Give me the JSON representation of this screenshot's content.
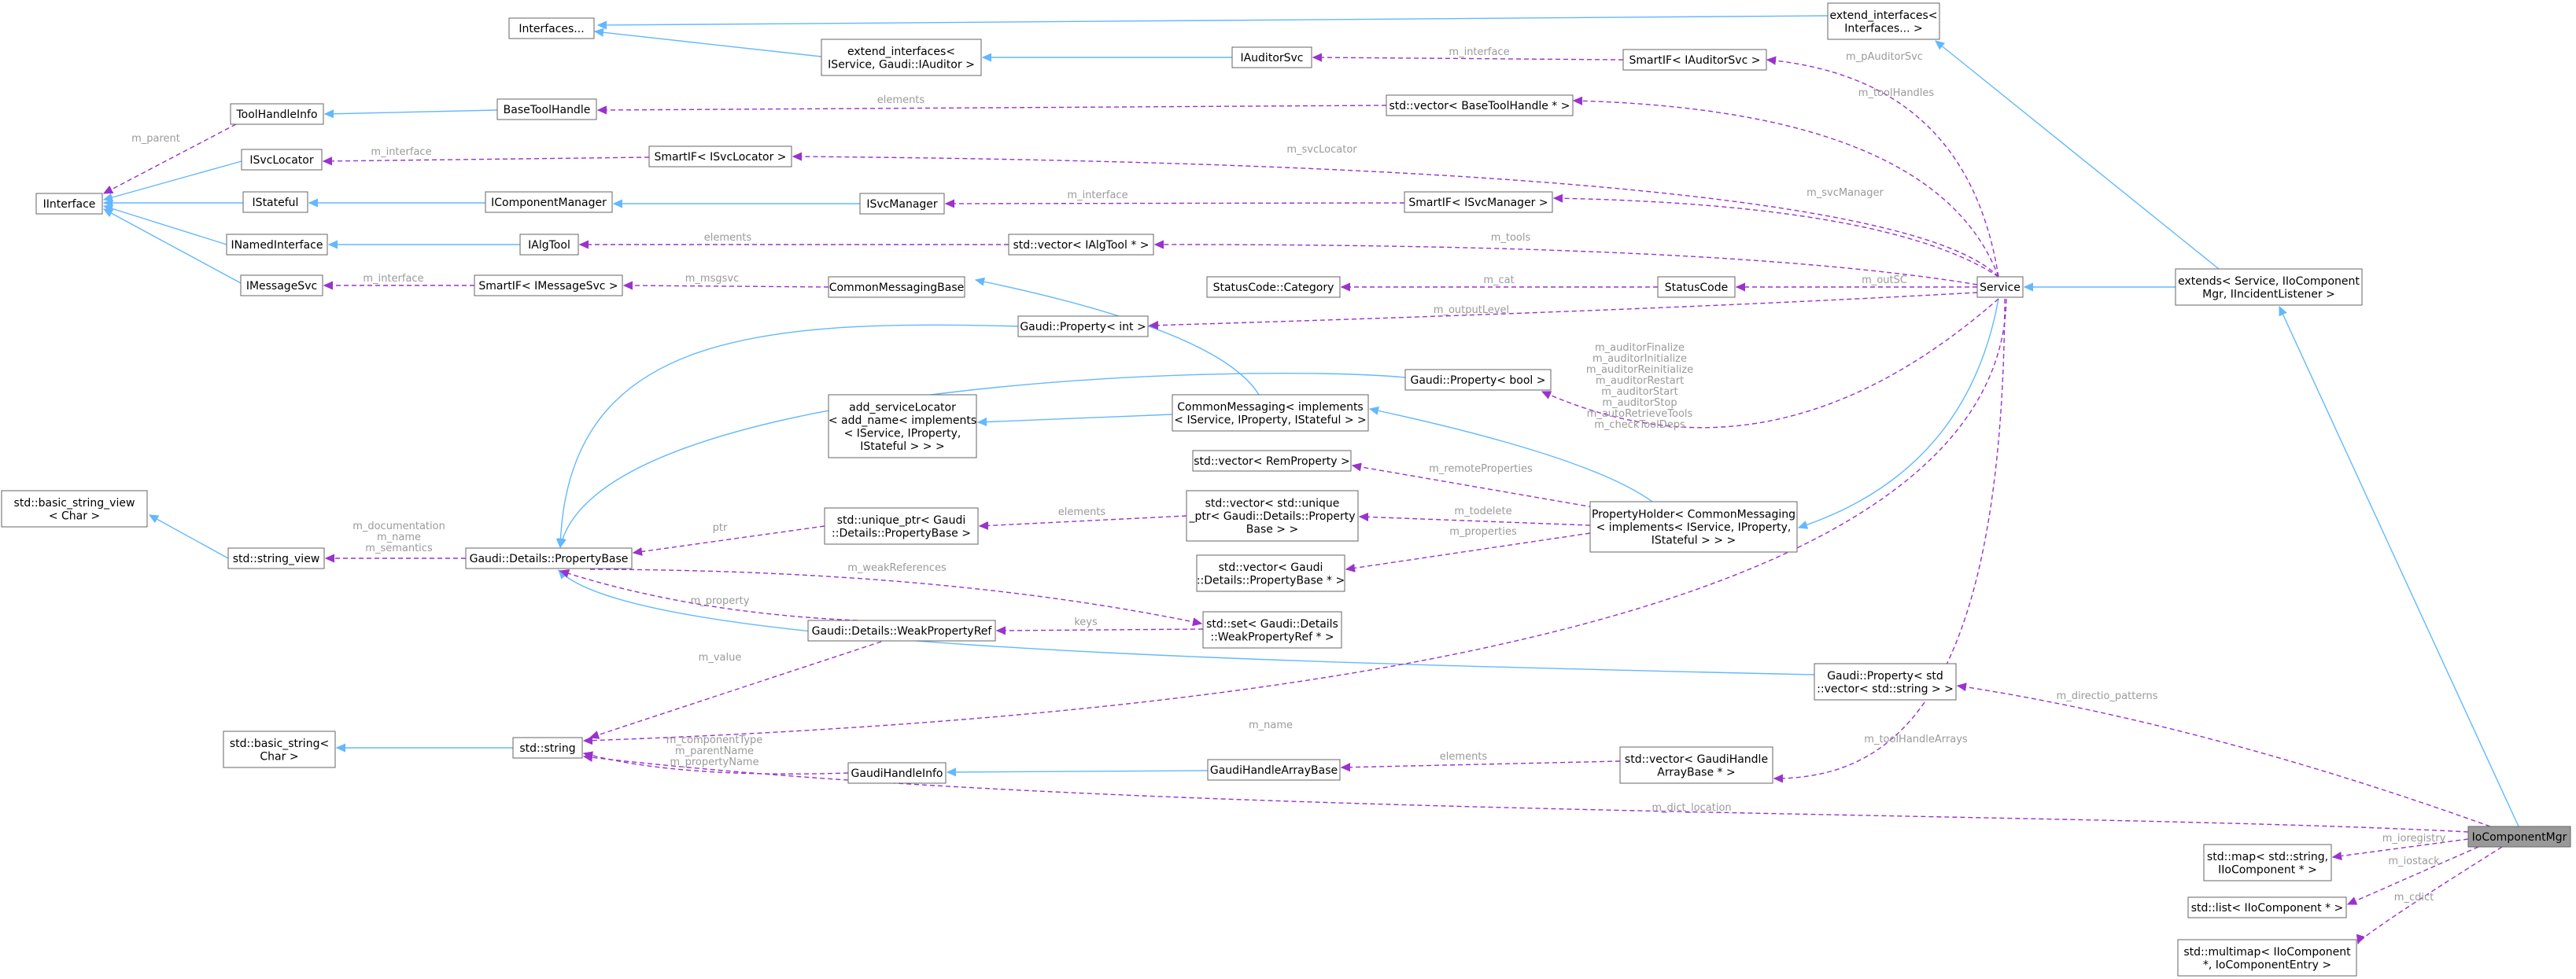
{
  "colors": {
    "node_border": "#666666",
    "node_fill": "#ffffff",
    "root_fill": "#999999",
    "inherit_edge": "#63b8ff",
    "usage_edge": "#9a32cd",
    "label_text": "#9a9a9a"
  },
  "nodes": [
    {
      "id": "n_ioComponentMgr",
      "lines": [
        "IoComponentMgr"
      ],
      "root": true
    },
    {
      "id": "n_extends",
      "lines": [
        "extends< Service, IIoComponent",
        "Mgr, IIncidentListener >"
      ]
    },
    {
      "id": "n_service",
      "lines": [
        "Service"
      ]
    },
    {
      "id": "n_extend_interfaces",
      "lines": [
        "extend_interfaces<",
        "Interfaces... >"
      ]
    },
    {
      "id": "n_interfaces",
      "lines": [
        "Interfaces..."
      ]
    },
    {
      "id": "n_extend_interfaces2",
      "lines": [
        "extend_interfaces<",
        "IService, Gaudi::IAuditor >"
      ]
    },
    {
      "id": "n_iauditorsvc",
      "lines": [
        "IAuditorSvc"
      ]
    },
    {
      "id": "n_smartif_auditor",
      "lines": [
        "SmartIF< IAuditorSvc >"
      ]
    },
    {
      "id": "n_toolhandleinfo",
      "lines": [
        "ToolHandleInfo"
      ]
    },
    {
      "id": "n_basetoolhandle",
      "lines": [
        "BaseToolHandle"
      ]
    },
    {
      "id": "n_vec_basetoolhandle",
      "lines": [
        "std::vector< BaseToolHandle * >"
      ]
    },
    {
      "id": "n_isvclocator",
      "lines": [
        "ISvcLocator"
      ]
    },
    {
      "id": "n_smartif_svclocator",
      "lines": [
        "SmartIF< ISvcLocator >"
      ]
    },
    {
      "id": "n_iinterface",
      "lines": [
        "IInterface"
      ]
    },
    {
      "id": "n_istateful",
      "lines": [
        "IStateful"
      ]
    },
    {
      "id": "n_icomponentmanager",
      "lines": [
        "IComponentManager"
      ]
    },
    {
      "id": "n_isvcmanager",
      "lines": [
        "ISvcManager"
      ]
    },
    {
      "id": "n_smartif_svcmanager",
      "lines": [
        "SmartIF< ISvcManager >"
      ]
    },
    {
      "id": "n_inamedinterface",
      "lines": [
        "INamedInterface"
      ]
    },
    {
      "id": "n_ialgtool",
      "lines": [
        "IAlgTool"
      ]
    },
    {
      "id": "n_vec_ialgtool",
      "lines": [
        "std::vector< IAlgTool * >"
      ]
    },
    {
      "id": "n_imessagesvc",
      "lines": [
        "IMessageSvc"
      ]
    },
    {
      "id": "n_smartif_msgsvc",
      "lines": [
        "SmartIF< IMessageSvc >"
      ]
    },
    {
      "id": "n_commonmessagingbase",
      "lines": [
        "CommonMessagingBase"
      ]
    },
    {
      "id": "n_statuscode_category",
      "lines": [
        "StatusCode::Category"
      ]
    },
    {
      "id": "n_statuscode",
      "lines": [
        "StatusCode"
      ]
    },
    {
      "id": "n_prop_int",
      "lines": [
        "Gaudi::Property< int >"
      ]
    },
    {
      "id": "n_prop_bool",
      "lines": [
        "Gaudi::Property< bool >"
      ]
    },
    {
      "id": "n_add_servicelocator",
      "lines": [
        "add_serviceLocator",
        "< add_name< implements",
        "< IService, IProperty,",
        "IStateful > > >"
      ]
    },
    {
      "id": "n_commonmessaging",
      "lines": [
        "CommonMessaging< implements",
        "< IService, IProperty, IStateful > >"
      ]
    },
    {
      "id": "n_vec_remproperty",
      "lines": [
        "std::vector< RemProperty >"
      ]
    },
    {
      "id": "n_basic_string_view",
      "lines": [
        "std::basic_string_view",
        "< Char >"
      ]
    },
    {
      "id": "n_string_view",
      "lines": [
        "std::string_view"
      ]
    },
    {
      "id": "n_propertybase",
      "lines": [
        "Gaudi::Details::PropertyBase"
      ]
    },
    {
      "id": "n_unique_ptr",
      "lines": [
        "std::unique_ptr< Gaudi",
        "::Details::PropertyBase >"
      ]
    },
    {
      "id": "n_vec_unique_ptr",
      "lines": [
        "std::vector< std::unique",
        "_ptr< Gaudi::Details::Property",
        "Base > >"
      ]
    },
    {
      "id": "n_propertyholder",
      "lines": [
        "PropertyHolder< CommonMessaging",
        "< implements< IService, IProperty,",
        "IStateful > > >"
      ]
    },
    {
      "id": "n_vec_propertybase_ptr",
      "lines": [
        "std::vector< Gaudi",
        "::Details::PropertyBase * >"
      ]
    },
    {
      "id": "n_weakpropertyref",
      "lines": [
        "Gaudi::Details::WeakPropertyRef"
      ]
    },
    {
      "id": "n_set_weakref",
      "lines": [
        "std::set< Gaudi::Details",
        "::WeakPropertyRef * >"
      ]
    },
    {
      "id": "n_prop_vec_string",
      "lines": [
        "Gaudi::Property< std",
        "::vector< std::string > >"
      ]
    },
    {
      "id": "n_basic_string",
      "lines": [
        "std::basic_string<",
        "Char >"
      ]
    },
    {
      "id": "n_string",
      "lines": [
        "std::string"
      ]
    },
    {
      "id": "n_gaudihandleinfo",
      "lines": [
        "GaudiHandleInfo"
      ]
    },
    {
      "id": "n_gaudihandlearraybase",
      "lines": [
        "GaudiHandleArrayBase"
      ]
    },
    {
      "id": "n_vec_gaudihandlearray",
      "lines": [
        "std::vector< GaudiHandle",
        "ArrayBase * >"
      ]
    },
    {
      "id": "n_map_iocomponent",
      "lines": [
        "std::map< std::string,",
        "IIoComponent * >"
      ]
    },
    {
      "id": "n_list_iocomponent",
      "lines": [
        "std::list< IIoComponent * >"
      ]
    },
    {
      "id": "n_multimap_iocomponent",
      "lines": [
        "std::multimap< IIoComponent",
        "*, IoComponentEntry >"
      ]
    }
  ],
  "edges": [
    {
      "id": "e_extends_mgr",
      "kind": "inherit",
      "from": "n_ioComponentMgr",
      "to": "n_extends"
    },
    {
      "id": "e_service_extends",
      "kind": "inherit",
      "from": "n_extends",
      "to": "n_service"
    },
    {
      "id": "e_extint_extends",
      "kind": "inherit",
      "from": "n_extends",
      "to": "n_extend_interfaces"
    },
    {
      "id": "e_interfaces_extint",
      "kind": "inherit",
      "from": "n_extend_interfaces",
      "to": "n_interfaces"
    },
    {
      "id": "e_interfaces_extint2",
      "kind": "inherit",
      "from": "n_extend_interfaces2",
      "to": "n_interfaces"
    },
    {
      "id": "e_extint2_iaud",
      "kind": "inherit",
      "from": "n_iauditorsvc",
      "to": "n_extend_interfaces2"
    },
    {
      "id": "e_toolinfo_base",
      "kind": "inherit",
      "from": "n_basetoolhandle",
      "to": "n_toolhandleinfo"
    },
    {
      "id": "e_iinterface_isvcloc",
      "kind": "inherit",
      "from": "n_isvclocator",
      "to": "n_iinterface"
    },
    {
      "id": "e_iinterface_istateful",
      "kind": "inherit",
      "from": "n_istateful",
      "to": "n_iinterface"
    },
    {
      "id": "e_iinterface_inamed",
      "kind": "inherit",
      "from": "n_inamedinterface",
      "to": "n_iinterface"
    },
    {
      "id": "e_iinterface_imsg",
      "kind": "inherit",
      "from": "n_imessagesvc",
      "to": "n_iinterface"
    },
    {
      "id": "e_istateful_icm",
      "kind": "inherit",
      "from": "n_icomponentmanager",
      "to": "n_istateful"
    },
    {
      "id": "e_icm_isvcmgr",
      "kind": "inherit",
      "from": "n_isvcmanager",
      "to": "n_icomponentmanager"
    },
    {
      "id": "e_inamed_ialg",
      "kind": "inherit",
      "from": "n_ialgtool",
      "to": "n_inamedinterface"
    },
    {
      "id": "e_cmb_cm",
      "kind": "inherit",
      "from": "n_commonmessaging",
      "to": "n_commonmessagingbase"
    },
    {
      "id": "e_addsl_cm",
      "kind": "inherit",
      "from": "n_commonmessaging",
      "to": "n_add_servicelocator"
    },
    {
      "id": "e_cm_ph",
      "kind": "inherit",
      "from": "n_propertyholder",
      "to": "n_commonmessaging"
    },
    {
      "id": "e_ph_service",
      "kind": "inherit",
      "from": "n_service",
      "to": "n_propertyholder"
    },
    {
      "id": "e_bsv_sv",
      "kind": "inherit",
      "from": "n_string_view",
      "to": "n_basic_string_view"
    },
    {
      "id": "e_pb_propint",
      "kind": "inherit",
      "from": "n_prop_int",
      "to": "n_propertybase"
    },
    {
      "id": "e_pb_propbool",
      "kind": "inherit",
      "from": "n_prop_bool",
      "to": "n_propertybase"
    },
    {
      "id": "e_pb_propvec",
      "kind": "inherit",
      "from": "n_prop_vec_string",
      "to": "n_propertybase"
    },
    {
      "id": "e_bs_string",
      "kind": "inherit",
      "from": "n_string",
      "to": "n_basic_string"
    },
    {
      "id": "e_ghi_ghab",
      "kind": "inherit",
      "from": "n_gaudihandlearraybase",
      "to": "n_gaudihandleinfo"
    },
    {
      "id": "e_iinterface_toolinfo",
      "kind": "use",
      "from": "n_toolhandleinfo",
      "to": "n_iinterface",
      "label": "m_parent"
    },
    {
      "id": "e_iaud_smart",
      "kind": "use",
      "from": "n_smartif_auditor",
      "to": "n_iauditorsvc",
      "label": "m_interface"
    },
    {
      "id": "e_smartaud_service",
      "kind": "use",
      "from": "n_service",
      "to": "n_smartif_auditor",
      "label": "m_pAuditorSvc"
    },
    {
      "id": "e_bth_vec",
      "kind": "use",
      "from": "n_vec_basetoolhandle",
      "to": "n_basetoolhandle",
      "label": "elements"
    },
    {
      "id": "e_vecbth_service",
      "kind": "use",
      "from": "n_service",
      "to": "n_vec_basetoolhandle",
      "label": "m_toolHandles"
    },
    {
      "id": "e_isvcloc_smart",
      "kind": "use",
      "from": "n_smartif_svclocator",
      "to": "n_isvclocator",
      "label": "m_interface"
    },
    {
      "id": "e_smartsl_service",
      "kind": "use",
      "from": "n_service",
      "to": "n_smartif_svclocator",
      "label": "m_svcLocator"
    },
    {
      "id": "e_isvcmgr_smart",
      "kind": "use",
      "from": "n_smartif_svcmanager",
      "to": "n_isvcmanager",
      "label": "m_interface"
    },
    {
      "id": "e_smartsm_service",
      "kind": "use",
      "from": "n_service",
      "to": "n_smartif_svcmanager",
      "label": "m_svcManager"
    },
    {
      "id": "e_ialg_vec",
      "kind": "use",
      "from": "n_vec_ialgtool",
      "to": "n_ialgtool",
      "label": "elements"
    },
    {
      "id": "e_vecalg_service",
      "kind": "use",
      "from": "n_service",
      "to": "n_vec_ialgtool",
      "label": "m_tools"
    },
    {
      "id": "e_imsg_smart",
      "kind": "use",
      "from": "n_smartif_msgsvc",
      "to": "n_imessagesvc",
      "label": "m_interface"
    },
    {
      "id": "e_smartmsg_cmb",
      "kind": "use",
      "from": "n_commonmessagingbase",
      "to": "n_smartif_msgsvc",
      "label": "m_msgsvc"
    },
    {
      "id": "e_cat_sc",
      "kind": "use",
      "from": "n_statuscode",
      "to": "n_statuscode_category",
      "label": "m_cat"
    },
    {
      "id": "e_sc_service",
      "kind": "use",
      "from": "n_service",
      "to": "n_statuscode",
      "label": "m_outSC"
    },
    {
      "id": "e_propint_service",
      "kind": "use",
      "from": "n_service",
      "to": "n_prop_int",
      "label": "m_outputLevel"
    },
    {
      "id": "e_propbool_service",
      "kind": "use",
      "from": "n_service",
      "to": "n_prop_bool",
      "label": "m_auditorFinalize\nm_auditorInitialize\nm_auditorReinitialize\nm_auditorRestart\nm_auditorStart\nm_auditorStop\nm_autoRetrieveTools\nm_checkToolDeps"
    },
    {
      "id": "e_remprop_ph",
      "kind": "use",
      "from": "n_propertyholder",
      "to": "n_vec_remproperty",
      "label": "m_remoteProperties"
    },
    {
      "id": "e_vecup_ph",
      "kind": "use",
      "from": "n_propertyholder",
      "to": "n_vec_unique_ptr",
      "label": "m_todelete"
    },
    {
      "id": "e_vecpb_ph",
      "kind": "use",
      "from": "n_propertyholder",
      "to": "n_vec_propertybase_ptr",
      "label": "m_properties"
    },
    {
      "id": "e_sv_pb",
      "kind": "use",
      "from": "n_propertybase",
      "to": "n_string_view",
      "label": "m_documentation\nm_name\nm_semantics"
    },
    {
      "id": "e_pb_up",
      "kind": "use",
      "from": "n_unique_ptr",
      "to": "n_propertybase",
      "label": "ptr"
    },
    {
      "id": "e_up_vec",
      "kind": "use",
      "from": "n_vec_unique_ptr",
      "to": "n_unique_ptr",
      "label": "elements"
    },
    {
      "id": "e_pb_wpr",
      "kind": "use",
      "from": "n_weakpropertyref",
      "to": "n_propertybase",
      "label": "m_property"
    },
    {
      "id": "e_set_pb",
      "kind": "use",
      "from": "n_propertybase",
      "to": "n_set_weakref",
      "label": "m_weakReferences"
    },
    {
      "id": "e_wpr_set",
      "kind": "use",
      "from": "n_set_weakref",
      "to": "n_weakpropertyref",
      "label": "keys"
    },
    {
      "id": "e_string_wpr",
      "kind": "use",
      "from": "n_weakpropertyref",
      "to": "n_string",
      "label": "m_value"
    },
    {
      "id": "e_string_service",
      "kind": "use",
      "from": "n_service",
      "to": "n_string",
      "label": "m_name"
    },
    {
      "id": "e_string_ghi",
      "kind": "use",
      "from": "n_gaudihandleinfo",
      "to": "n_string",
      "label": "m_componentType\nm_parentName\nm_propertyName"
    },
    {
      "id": "e_ghab_vec",
      "kind": "use",
      "from": "n_vec_gaudihandlearray",
      "to": "n_gaudihandlearraybase",
      "label": "elements"
    },
    {
      "id": "e_vecgh_service",
      "kind": "use",
      "from": "n_service",
      "to": "n_vec_gaudihandlearray",
      "label": "m_toolHandleArrays"
    },
    {
      "id": "e_string_mgr",
      "kind": "use",
      "from": "n_ioComponentMgr",
      "to": "n_string",
      "label": "m_dict_location"
    },
    {
      "id": "e_propvec_mgr",
      "kind": "use",
      "from": "n_ioComponentMgr",
      "to": "n_prop_vec_string",
      "label": "m_directio_patterns"
    },
    {
      "id": "e_map_mgr",
      "kind": "use",
      "from": "n_ioComponentMgr",
      "to": "n_map_iocomponent",
      "label": "m_ioregistry"
    },
    {
      "id": "e_list_mgr",
      "kind": "use",
      "from": "n_ioComponentMgr",
      "to": "n_list_iocomponent",
      "label": "m_iostack"
    },
    {
      "id": "e_mm_mgr",
      "kind": "use",
      "from": "n_ioComponentMgr",
      "to": "n_multimap_iocomponent",
      "label": "m_cdict"
    }
  ]
}
